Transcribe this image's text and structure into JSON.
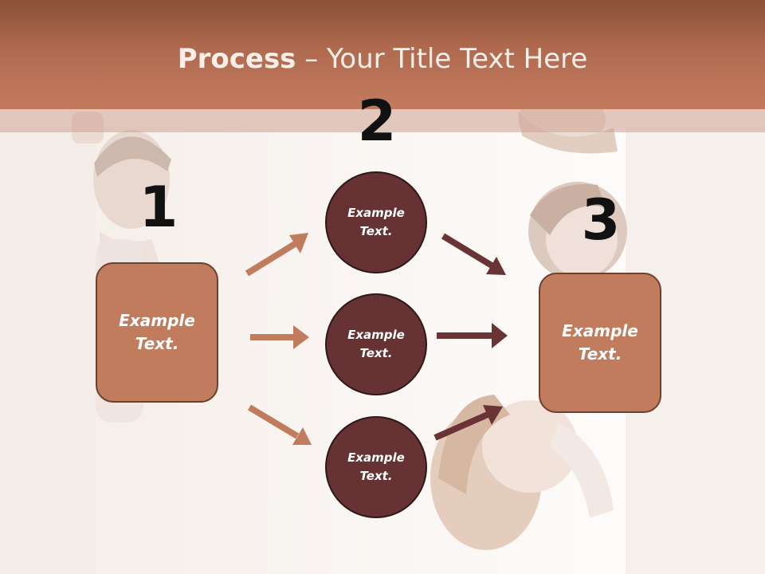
{
  "slide": {
    "title_bold": "Process",
    "title_rest": " – Your Title Text Here",
    "step_numbers": [
      "1",
      "2",
      "3"
    ],
    "left_box": "Example\nText.",
    "right_box": "Example\nText.",
    "circles": [
      "Example\nText.",
      "Example\nText.",
      "Example\nText."
    ]
  },
  "colors": {
    "title_bar": "#b06a4f",
    "box_fill": "#c07c5d",
    "circle_fill": "#663233",
    "arrow_light": "#c07c5d",
    "arrow_dark": "#6a3335"
  }
}
